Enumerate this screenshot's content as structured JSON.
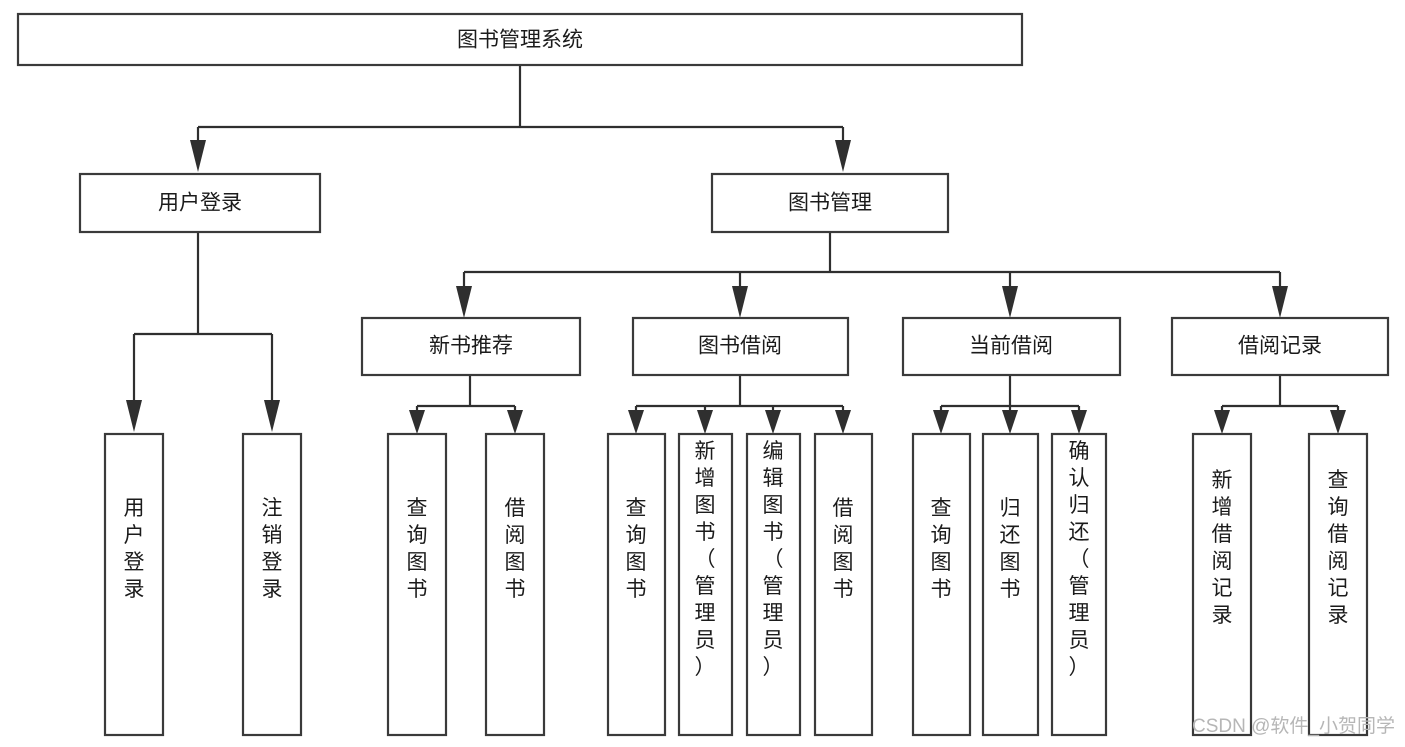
{
  "diagram": {
    "title": "图书管理系统",
    "watermark": "CSDN @软件_小贺同学",
    "colors": {
      "stroke": "#3a3a3a",
      "connector": "#2f2f2f",
      "box_fill": "#ffffff",
      "text": "#1b1b1b",
      "background": "#ffffff",
      "watermark": "#b6b6b6"
    },
    "root": {
      "label": "图书管理系统"
    },
    "level2": [
      {
        "label": "用户登录"
      },
      {
        "label": "图书管理"
      }
    ],
    "level3": [
      {
        "label": "新书推荐"
      },
      {
        "label": "图书借阅"
      },
      {
        "label": "当前借阅"
      },
      {
        "label": "借阅记录"
      }
    ],
    "leaves": {
      "user_login": [
        {
          "label": "用户登录"
        },
        {
          "label": "注销登录"
        }
      ],
      "new_book_recommend": [
        {
          "label": "查询图书"
        },
        {
          "label": "借阅图书"
        }
      ],
      "book_borrow": [
        {
          "label": "查询图书"
        },
        {
          "label": "新增图书（管理员）"
        },
        {
          "label": "编辑图书（管理员）"
        },
        {
          "label": "借阅图书"
        }
      ],
      "current_borrow": [
        {
          "label": "查询图书"
        },
        {
          "label": "归还图书"
        },
        {
          "label": "确认归还（管理员）"
        }
      ],
      "borrow_record": [
        {
          "label": "新增借阅记录"
        },
        {
          "label": "查询借阅记录"
        }
      ]
    }
  }
}
